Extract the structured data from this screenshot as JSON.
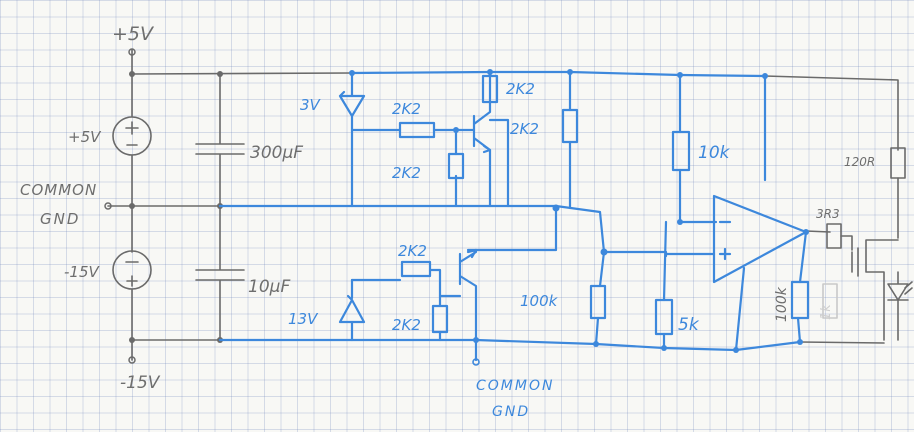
{
  "labels": {
    "vplus_top": "+5V",
    "vbat_plus": "+5V",
    "common_gnd_left_1": "COMMON",
    "common_gnd_left_2": "GND",
    "vbat_minus": "-15V",
    "vminus_bottom": "-15V",
    "cap_top": "300µF",
    "cap_bottom": "10µF",
    "zener_top": "3V",
    "r_2k2_a": "2K2",
    "r_2k2_b": "2K2",
    "r_2k2_c": "2K2",
    "r_2k2_d": "2K2",
    "r_2k2_e": "2K2",
    "r_2k2_f": "2K2",
    "zener_bottom": "13V",
    "r_100k_mid": "100k",
    "r_10k": "10k",
    "r_5k": "5k",
    "r_100k_right": "100k",
    "r_120r": "120R",
    "r_3r3": "3R3",
    "common_gnd_bottom_1": "COMMON",
    "common_gnd_bottom_2": "GND",
    "r_faint": "1k"
  },
  "colors": {
    "pencil": "#6a6a6a",
    "ink_blue": "#3d88dc",
    "grid": "#a9b6d6",
    "paper": "#f8f8f5"
  }
}
